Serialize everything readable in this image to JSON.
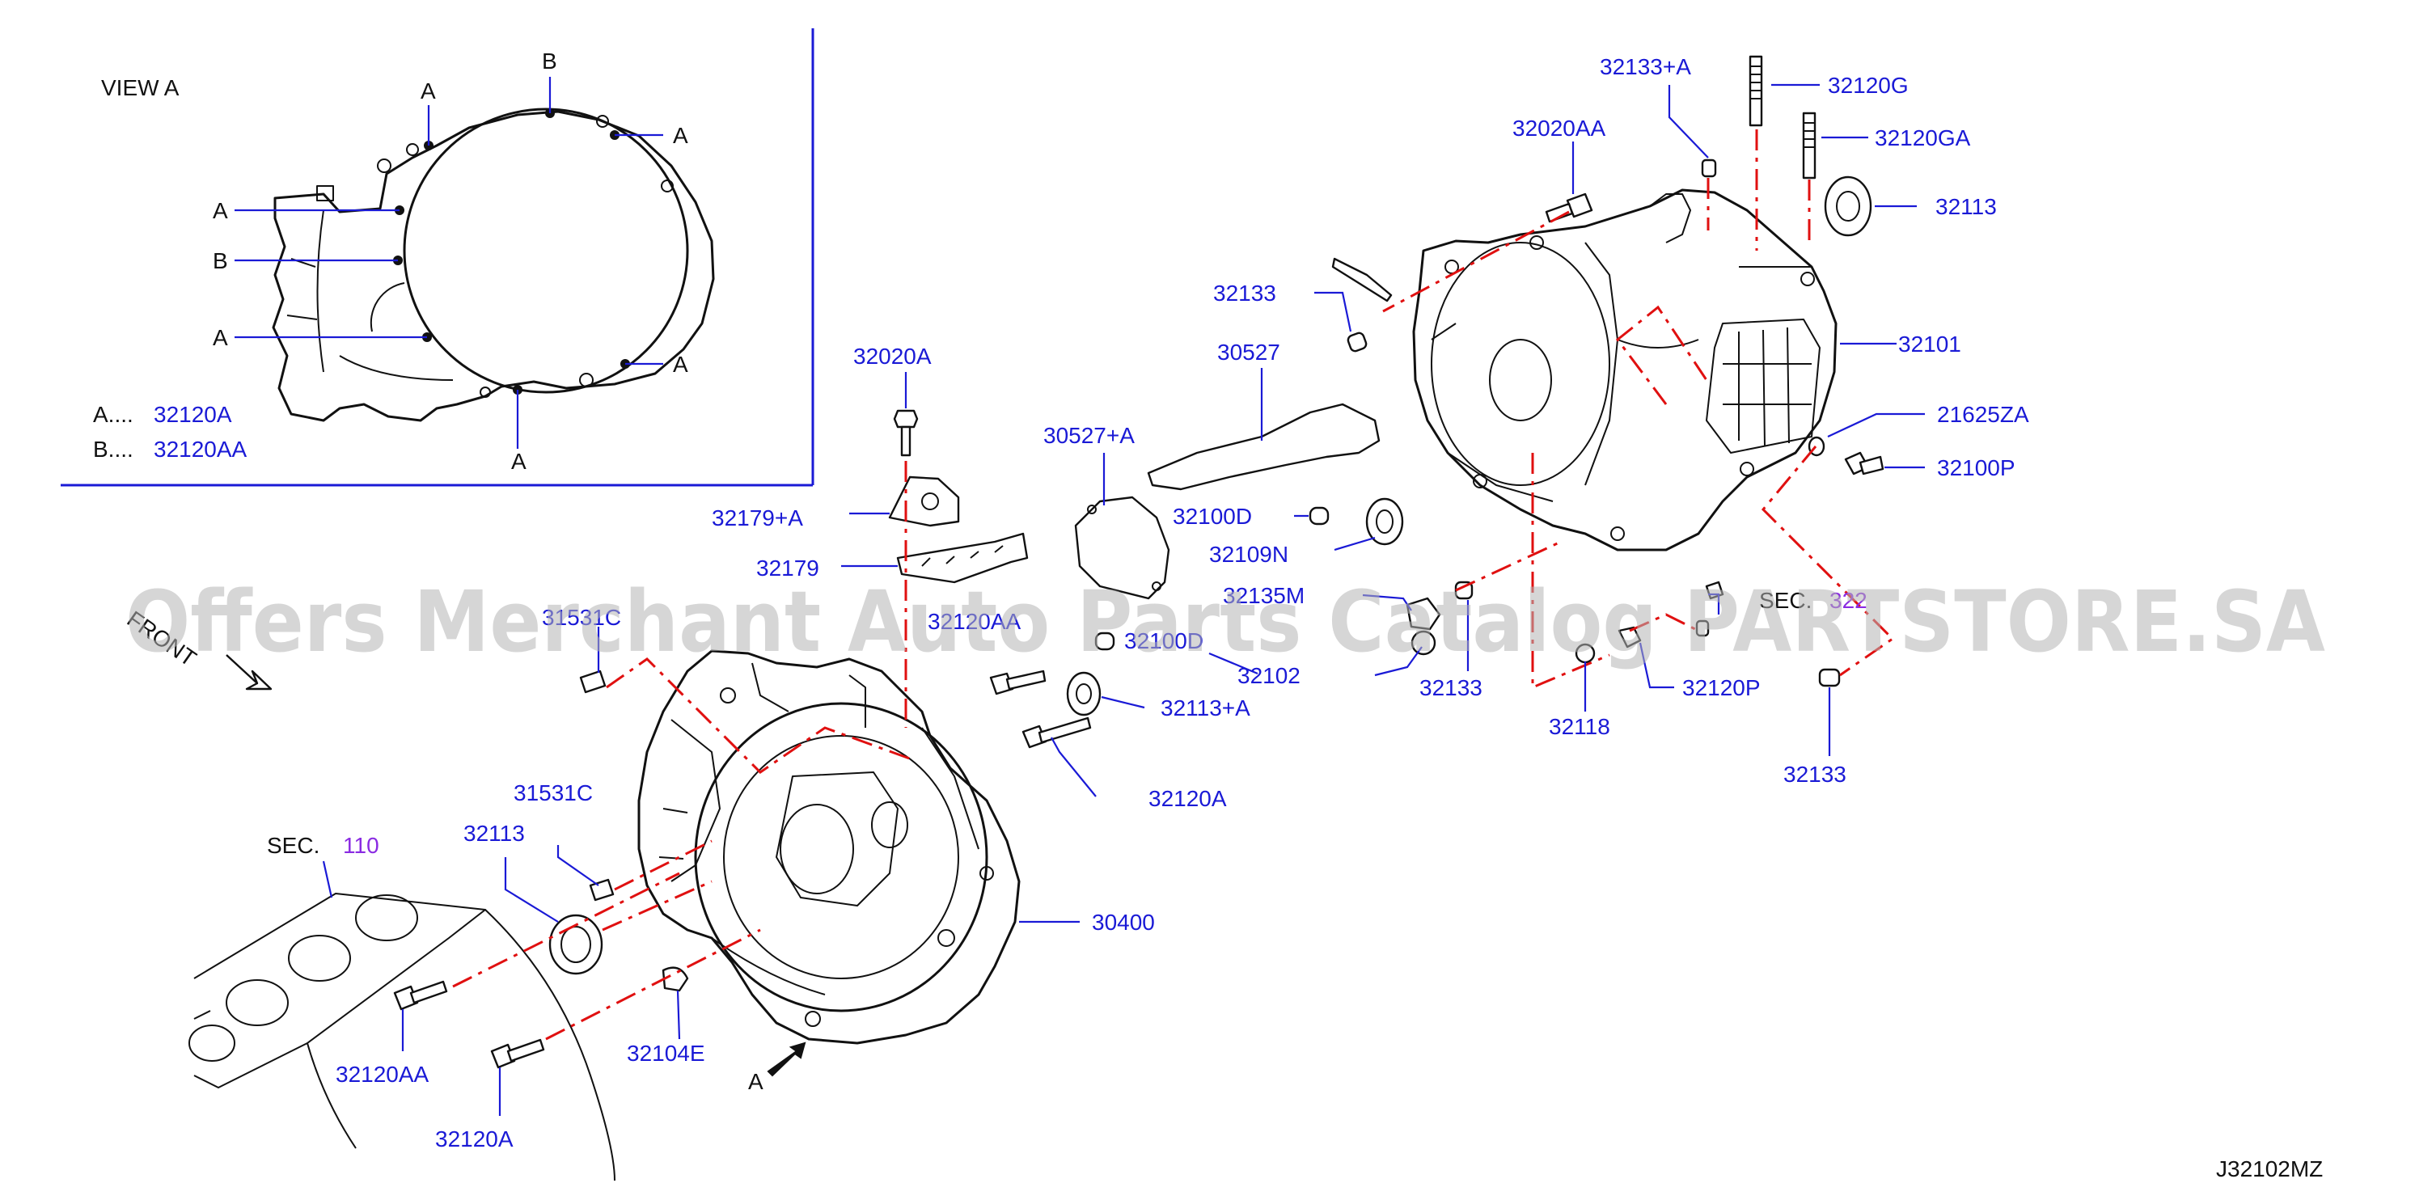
{
  "view": {
    "title": "VIEW   A",
    "markers": {
      "a": "A",
      "b": "B"
    },
    "legend": [
      {
        "key": "A....",
        "part": "32120A"
      },
      {
        "key": "B....",
        "part": "32120AA"
      }
    ]
  },
  "parts": {
    "p32020A": "32020A",
    "p32179A": "32179+A",
    "p32179": "32179",
    "p30527A": "30527+A",
    "p32100D_1": "32100D",
    "p32109N": "32109N",
    "p32135M": "32135M",
    "p32120AA_top": "32120AA",
    "p32100D_2": "32100D",
    "p32102": "32102",
    "p32113A": "32113+A",
    "p32120A_1": "32120A",
    "p31531C_1": "31531C",
    "p31531C_2": "31531C",
    "p32113_1": "32113",
    "p30400": "30400",
    "p32120AA_1": "32120AA",
    "p32120A_2": "32120A",
    "p32104E": "32104E",
    "p32133A": "32133+A",
    "p32120G": "32120G",
    "p32120GA": "32120GA",
    "p32020AA": "32020AA",
    "p32113_2": "32113",
    "p32133_1": "32133",
    "p30527": "30527",
    "p32101": "32101",
    "p21625ZA": "21625ZA",
    "p32100P": "32100P",
    "p32133_2": "32133",
    "p32118": "32118",
    "p32120P": "32120P",
    "p32133_3": "32133"
  },
  "sec_ref_1": {
    "prefix": "SEC.",
    "number": "110"
  },
  "sec_ref_2": {
    "prefix": "SEC.",
    "number": "322"
  },
  "front_label": "FRONT",
  "arrow_label": "A",
  "figure_code": "J32102MZ",
  "watermark": "Offers Merchant Auto Parts Catalog PARTSTORE.SA",
  "colors": {
    "callout": "#1a1ad6",
    "reference_line": "#e01010",
    "section_number": "#8a2be2",
    "outline": "#111111"
  }
}
